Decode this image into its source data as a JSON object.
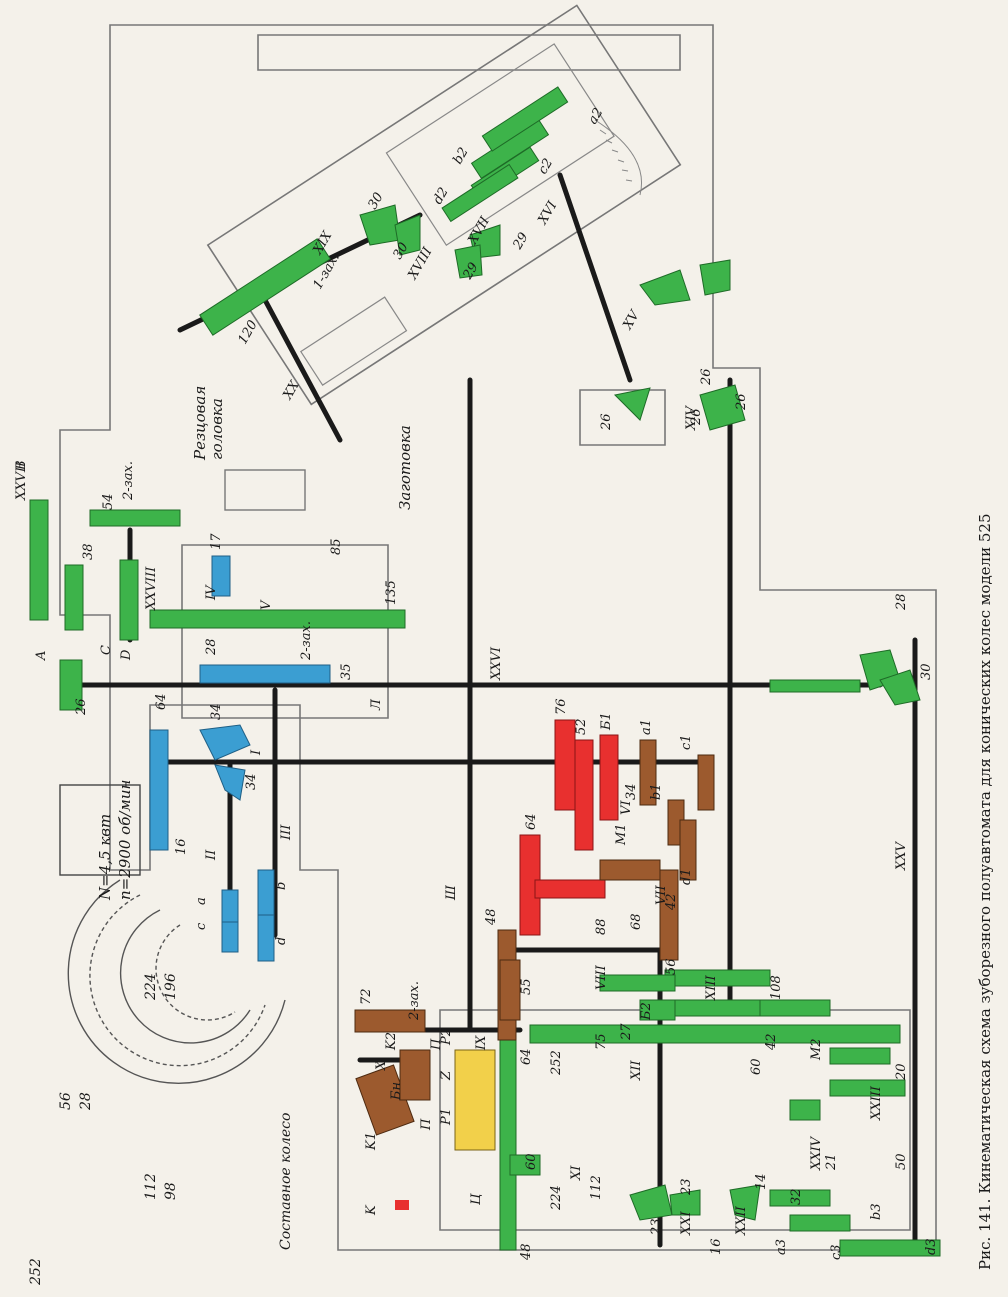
{
  "caption": "Рис. 141. Кинематическая схема зуборезного полуавтомата для конических колес модели 525",
  "motor": {
    "power": "N=4,5 квт",
    "speed": "n=2900 об/мин"
  },
  "compound_wheel": {
    "title": "Составное колесо",
    "teeth_outer": "252",
    "ratio_1_top": "56",
    "ratio_1_bottom": "28",
    "ratio_2_top": "224",
    "ratio_2_bottom": "196",
    "ratio_3_top": "112",
    "ratio_3_bottom": "98"
  },
  "labels": {
    "cutter_head_1": "Резцовая",
    "cutter_head_2": "головка",
    "workpiece": "Заготовка"
  },
  "shafts": [
    "I",
    "II",
    "III",
    "IV",
    "V",
    "VI",
    "VII",
    "VIII",
    "IX",
    "X",
    "XI",
    "XII",
    "XIII",
    "XIV",
    "XV",
    "XVI",
    "XVII",
    "XVIII",
    "XIX",
    "XX",
    "XXI",
    "XXII",
    "XXIII",
    "XXIV",
    "XXV",
    "XXVI",
    "XXVII",
    "XXVIII",
    "Ш",
    "Л",
    "Ц"
  ],
  "gear_labels": {
    "g16": "16",
    "g64": "64",
    "g34a": "34",
    "g34b": "34",
    "ga": "a",
    "gb": "b",
    "gc": "c",
    "gd": "d",
    "g28": "28",
    "g35": "35",
    "g17": "17",
    "g85": "85",
    "g135": "135",
    "g2zax": "2-зах.",
    "g26A": "26",
    "g38": "38",
    "g54": "54",
    "g2zaxB": "2-зах.",
    "gA": "A",
    "gB": "B",
    "gC": "C",
    "gD": "D",
    "g76": "76",
    "g52": "52",
    "gB1": "Б1",
    "ga1": "a1",
    "gc1": "c1",
    "gb1": "b1",
    "gd1": "d1",
    "g64r": "64",
    "g88": "88",
    "g68": "68",
    "g34r": "34",
    "gM1": "M1",
    "g42": "42",
    "g56": "56",
    "g48": "48",
    "g55": "55",
    "g64b": "64",
    "g108": "108",
    "g60a": "60",
    "gB2": "Б2",
    "g27": "27",
    "g75": "75",
    "g42g": "42",
    "gM2": "M2",
    "g20": "20",
    "g252": "252",
    "g60b": "60",
    "g224": "224",
    "g112": "112",
    "g50": "50",
    "g21": "21",
    "g14": "14",
    "g32": "32",
    "gb3": "b3",
    "ga3": "a3",
    "gc3": "c3",
    "gd3": "d3",
    "g23a": "23",
    "g23b": "23",
    "g16b": "16",
    "g48b": "48",
    "g72": "72",
    "g2zaxK": "2-зах.",
    "gK1": "K1",
    "gK2": "K2",
    "gBH": "Бн",
    "gP1": "P1",
    "gP2": "P2",
    "gPa": "П",
    "gPb": "П",
    "gZ": "Z",
    "gK": "K",
    "g28c": "28",
    "g30c": "30",
    "g26x": "26",
    "g26y": "26",
    "g26z": "26",
    "g26w": "26",
    "g30h1": "30",
    "g30h2": "30",
    "g29a": "29",
    "g29b": "29",
    "g120": "120",
    "g1zax": "1-зах.",
    "ga2": "a2",
    "gb2": "b2",
    "gc2": "c2",
    "gd2": "d2"
  },
  "colors": {
    "green": "#3db34a",
    "blue": "#3b9ed2",
    "red": "#e8302f",
    "brown": "#9c5a2e",
    "shaft": "#1a1a1a",
    "outline": "#6b6b6b"
  }
}
